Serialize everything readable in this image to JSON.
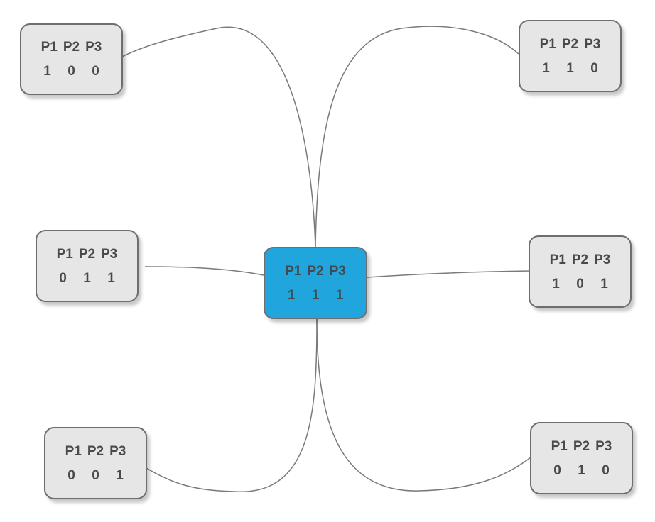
{
  "nodes": {
    "top_left": {
      "headers": [
        "P1",
        "P2",
        "P3"
      ],
      "values": [
        "1",
        "0",
        "0"
      ]
    },
    "top_right": {
      "headers": [
        "P1",
        "P2",
        "P3"
      ],
      "values": [
        "1",
        "1",
        "0"
      ]
    },
    "middle_left": {
      "headers": [
        "P1",
        "P2",
        "P3"
      ],
      "values": [
        "0",
        "1",
        "1"
      ]
    },
    "center": {
      "headers": [
        "P1",
        "P2",
        "P3"
      ],
      "values": [
        "1",
        "1",
        "1"
      ]
    },
    "middle_right": {
      "headers": [
        "P1",
        "P2",
        "P3"
      ],
      "values": [
        "1",
        "0",
        "1"
      ]
    },
    "bottom_left": {
      "headers": [
        "P1",
        "P2",
        "P3"
      ],
      "values": [
        "0",
        "0",
        "1"
      ]
    },
    "bottom_right": {
      "headers": [
        "P1",
        "P2",
        "P3"
      ],
      "values": [
        "0",
        "1",
        "0"
      ]
    }
  },
  "colors": {
    "node_fill": "#e6e6e6",
    "center_fill": "#20a6dd",
    "node_border": "#6e6e6e",
    "edge": "#7a7a7a",
    "text": "#4a4a4a"
  },
  "edges": [
    {
      "from": "center",
      "to": "top_left"
    },
    {
      "from": "center",
      "to": "top_right"
    },
    {
      "from": "center",
      "to": "middle_left"
    },
    {
      "from": "center",
      "to": "middle_right"
    },
    {
      "from": "center",
      "to": "bottom_left"
    },
    {
      "from": "center",
      "to": "bottom_right"
    }
  ]
}
